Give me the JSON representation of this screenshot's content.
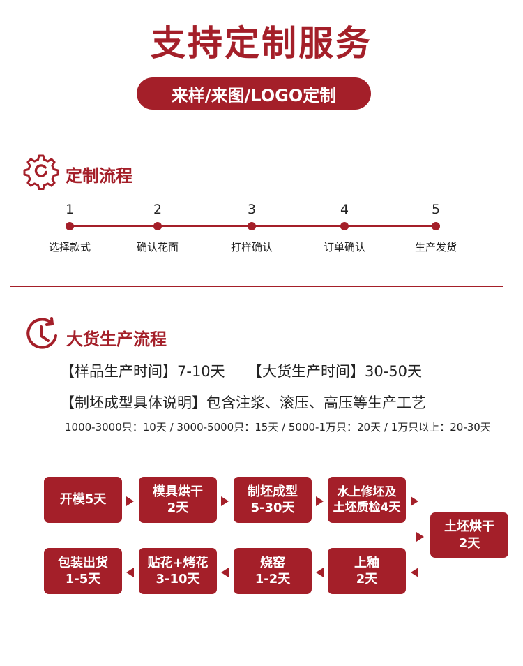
{
  "header": {
    "title": "支持定制服务",
    "pill": "来样/来图/LOGO定制"
  },
  "custom_process": {
    "icon": "gear-icon",
    "title": "定制流程",
    "steps": [
      {
        "num": "1",
        "label": "选择款式"
      },
      {
        "num": "2",
        "label": "确认花面"
      },
      {
        "num": "3",
        "label": "打样确认"
      },
      {
        "num": "4",
        "label": "订单确认"
      },
      {
        "num": "5",
        "label": "生产发货"
      }
    ]
  },
  "bulk_process": {
    "icon": "clock-icon",
    "title": "大货生产流程",
    "sample_time": "【样品生产时间】7-10天",
    "bulk_time": "【大货生产时间】30-50天",
    "method": "【制坯成型具体说明】包含注浆、滚压、高压等生产工艺",
    "quantity_times": "1000-3000只：10天 /   3000-5000只：15天 /   5000-1万只：20天 /   1万只以上：20-30天"
  },
  "flow": [
    {
      "line1": "开模5天",
      "line2": ""
    },
    {
      "line1": "模具烘干",
      "line2": "2天"
    },
    {
      "line1": "制坯成型",
      "line2": "5-30天"
    },
    {
      "line1": "水上修坯及",
      "line2": "土坯质检4天"
    },
    {
      "line1": "土坯烘干",
      "line2": "2天"
    },
    {
      "line1": "上釉",
      "line2": "2天"
    },
    {
      "line1": "烧窑",
      "line2": "1-2天"
    },
    {
      "line1": "贴花+烤花",
      "line2": "3-10天"
    },
    {
      "line1": "包装出货",
      "line2": "1-5天"
    }
  ],
  "colors": {
    "accent": "#a41f29",
    "text": "#222222",
    "background": "#ffffff"
  }
}
